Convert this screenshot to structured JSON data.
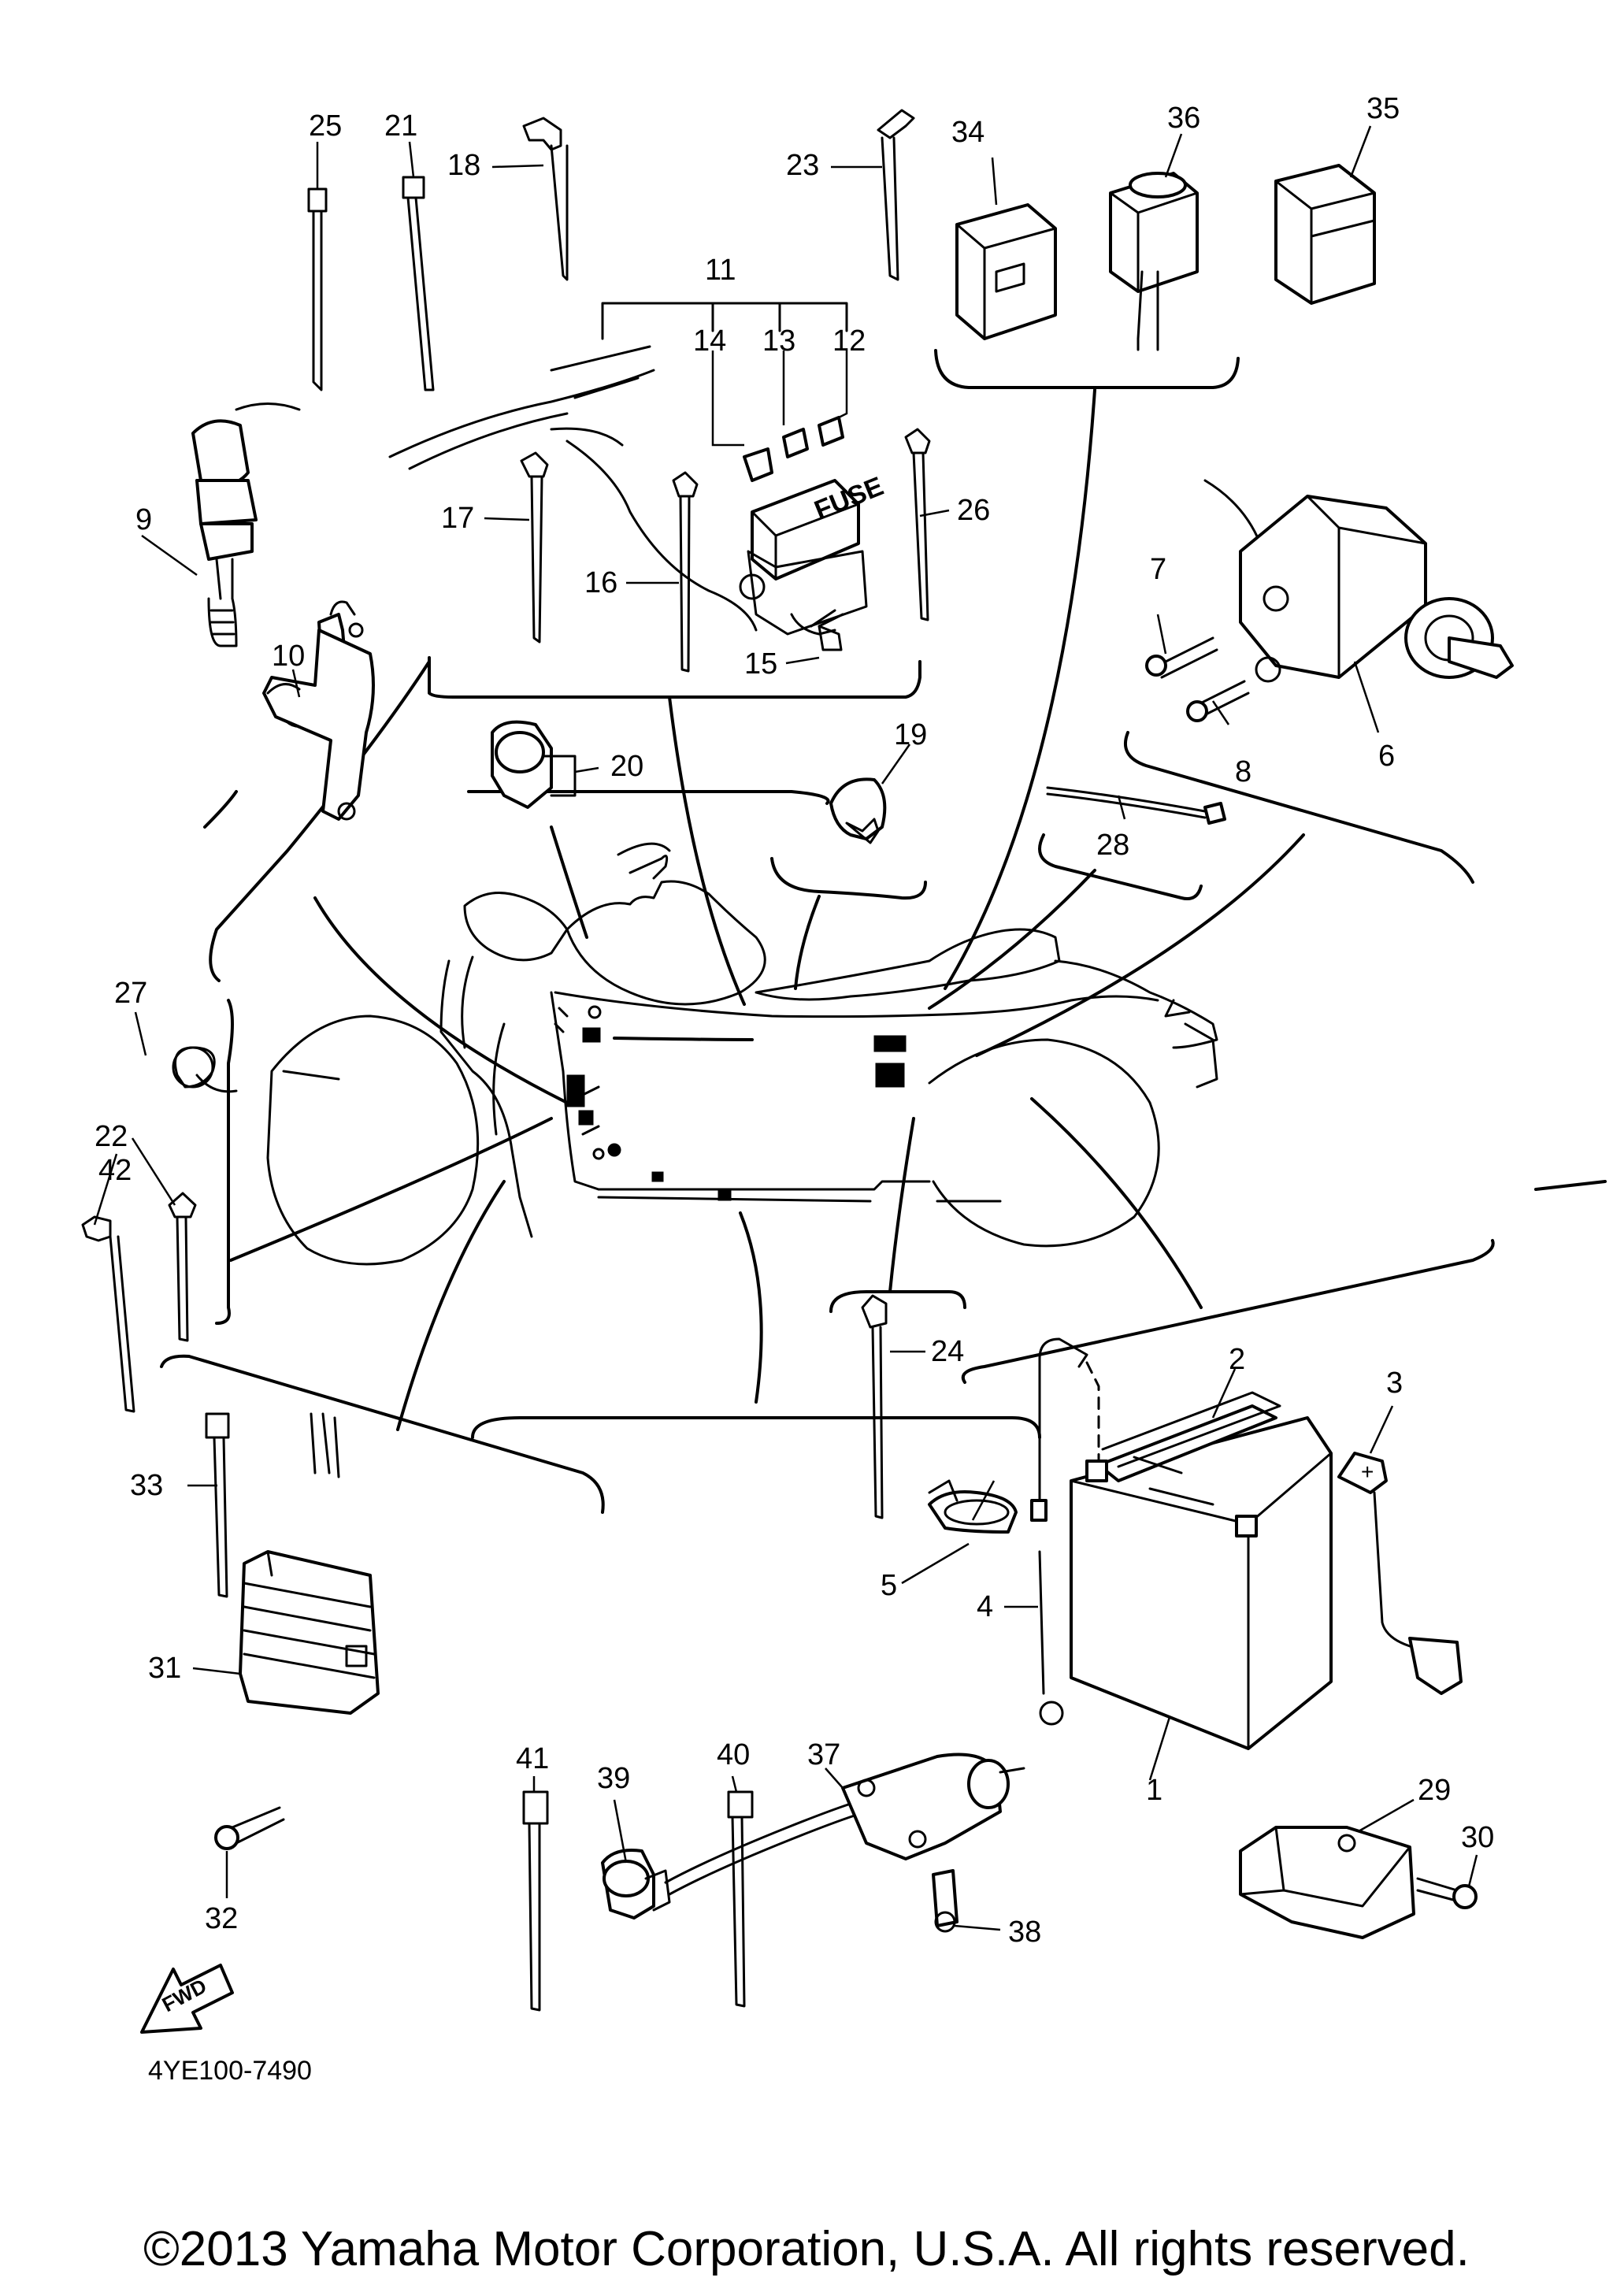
{
  "diagram": {
    "drawing_code": "4YE100-7490",
    "fwd_label": "FWD",
    "fuse_label": "FUSE",
    "battery_plus": "+",
    "callouts": [
      "1",
      "2",
      "3",
      "4",
      "5",
      "6",
      "7",
      "8",
      "9",
      "10",
      "11",
      "12",
      "13",
      "14",
      "15",
      "16",
      "17",
      "18",
      "19",
      "20",
      "21",
      "22",
      "23",
      "24",
      "25",
      "26",
      "27",
      "28",
      "29",
      "30",
      "31",
      "32",
      "33",
      "34",
      "35",
      "36",
      "37",
      "38",
      "39",
      "40",
      "41",
      "42"
    ]
  },
  "footer": {
    "copyright": "©2013 Yamaha Motor Corporation, U.S.A. All rights reserved."
  }
}
